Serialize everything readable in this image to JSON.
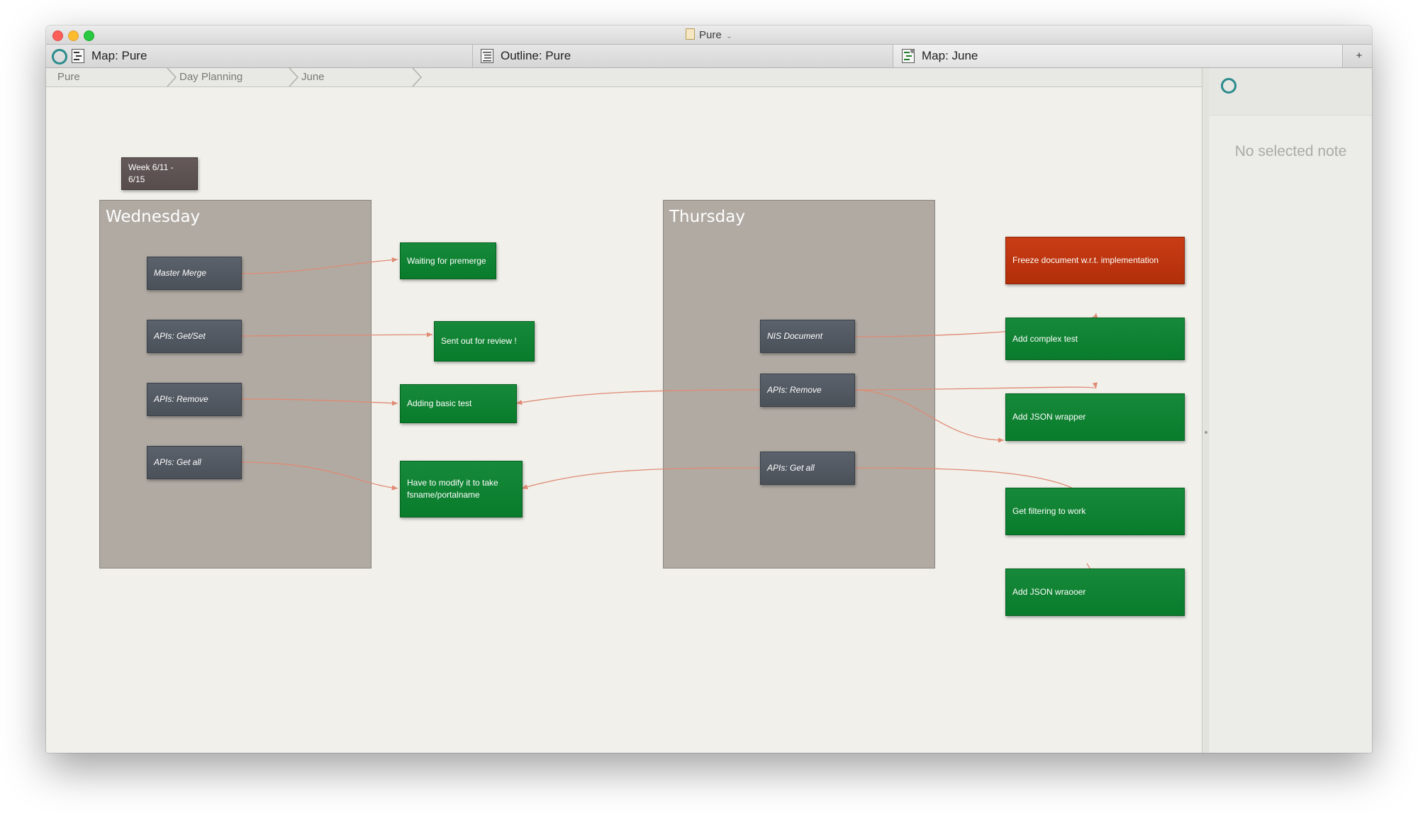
{
  "window": {
    "title": "Pure"
  },
  "tabs": [
    {
      "label": "Map: Pure",
      "icon": "map-icon"
    },
    {
      "label": "Outline: Pure",
      "icon": "outline-icon"
    },
    {
      "label": "Map: June",
      "icon": "map-icon"
    }
  ],
  "tab_add_label": "+",
  "breadcrumbs": [
    "Pure",
    "Day Planning",
    "June"
  ],
  "sidebar": {
    "empty_text": "No selected note"
  },
  "map": {
    "week_note": "Week 6/11 - 6/15",
    "containers": {
      "wednesday": "Wednesday",
      "thursday": "Thursday"
    },
    "notes": {
      "master_merge": "Master Merge",
      "wed_get_set": "APIs: Get/Set",
      "wed_remove": "APIs: Remove",
      "wed_get_all": "APIs: Get all",
      "waiting": "Waiting for premerge",
      "sent_out": "Sent out for review !",
      "adding_basic": "Adding basic test",
      "have_modify_1": "Have to modify it to take",
      "have_modify_2": "fsname/portalname",
      "nis_document": "NIS Document",
      "thu_remove": "APIs: Remove",
      "thu_get_all": "APIs: Get all",
      "freeze": "Freeze document w.r.t. implementation",
      "add_complex": "Add complex test",
      "add_json_wrapper": "Add JSON wrapper",
      "get_filtering": "Get filtering to work",
      "add_json_wraooer": "Add JSON wraooer"
    },
    "colors": {
      "container": "#b0aaa3",
      "note_gray": "#50565e",
      "note_green": "#0b7f2e",
      "note_red": "#b8330c",
      "note_brown": "#5e5352",
      "link": "#e08a73"
    }
  }
}
